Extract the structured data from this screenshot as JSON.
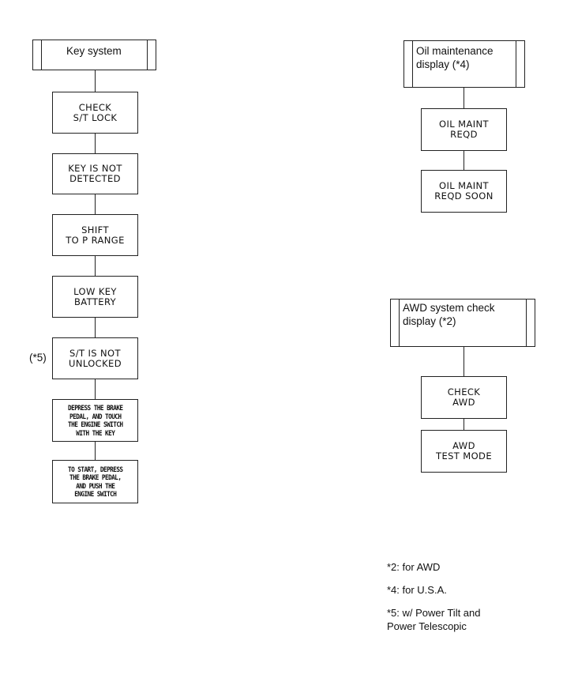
{
  "key_system": {
    "header": "Key system",
    "steps": [
      "CHECK\nS/T LOCK",
      "KEY IS NOT\nDETECTED",
      "SHIFT\nTO P RANGE",
      "LOW KEY\nBATTERY",
      "S/T IS NOT\nUNLOCKED",
      "DEPRESS THE BRAKE\nPEDAL, AND TOUCH\nTHE ENGINE SWITCH\nWITH THE KEY",
      "TO START, DEPRESS\nTHE BRAKE PEDAL,\nAND PUSH THE\nENGINE SWITCH"
    ],
    "side_note": "(*5)"
  },
  "oil_maintenance": {
    "header": "Oil maintenance\ndisplay (*4)",
    "steps": [
      "OIL MAINT\nREQD",
      "OIL MAINT\nREQD SOON"
    ]
  },
  "awd_check": {
    "header": "AWD system check\ndisplay (*2)",
    "steps": [
      "CHECK\nAWD",
      "AWD\nTEST MODE"
    ]
  },
  "footnotes": [
    "*2: for AWD",
    "*4: for U.S.A.",
    "*5: w/ Power Tilt and\nPower Telescopic"
  ]
}
